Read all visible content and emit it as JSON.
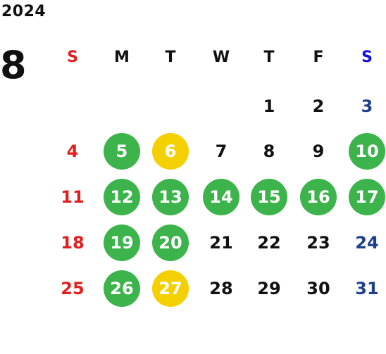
{
  "calendar": {
    "year": "2024",
    "month": "8",
    "weekdays": [
      "S",
      "M",
      "T",
      "W",
      "T",
      "F",
      "S"
    ],
    "weeks": [
      [
        "",
        "",
        "",
        "",
        "1",
        "2",
        "3"
      ],
      [
        "4",
        "5",
        "6",
        "7",
        "8",
        "9",
        "10"
      ],
      [
        "11",
        "12",
        "13",
        "14",
        "15",
        "16",
        "17"
      ],
      [
        "18",
        "19",
        "20",
        "21",
        "22",
        "23",
        "24"
      ],
      [
        "25",
        "26",
        "27",
        "28",
        "29",
        "30",
        "31"
      ]
    ],
    "highlighted_green": [
      "5",
      "10",
      "12",
      "13",
      "14",
      "15",
      "16",
      "17",
      "19",
      "20",
      "26"
    ],
    "highlighted_yellow": [
      "6",
      "27"
    ]
  },
  "colors": {
    "text": "#111111",
    "sunday": "#e02020",
    "saturday_header": "#1010e0",
    "saturday": "#1e3f8c",
    "green": "#3cb44b",
    "yellow": "#f5d000",
    "circle_text": "#ffffff"
  }
}
